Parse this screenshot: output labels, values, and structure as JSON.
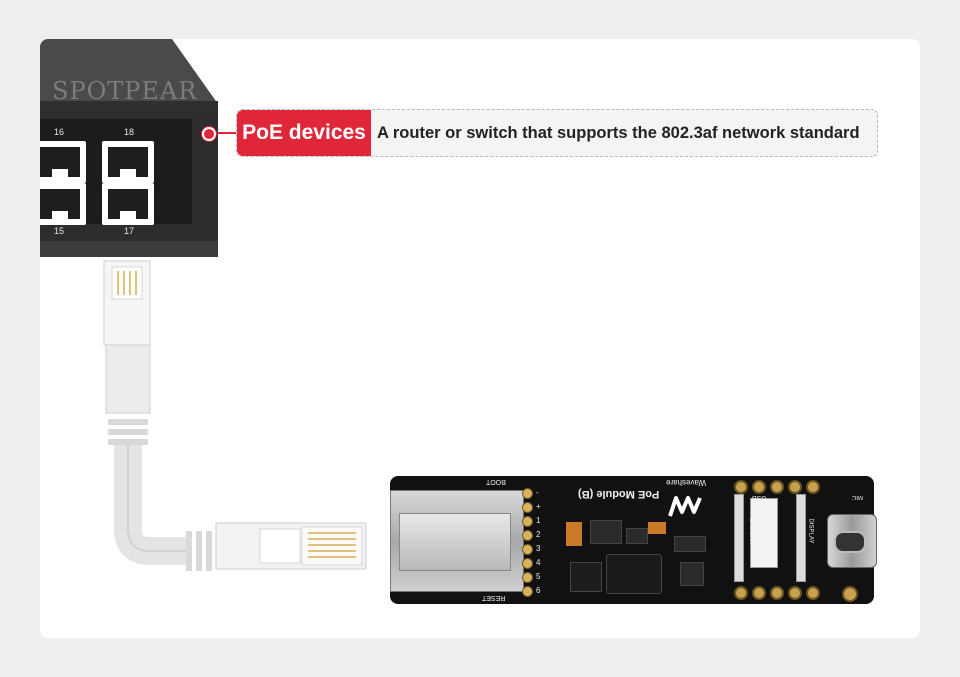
{
  "watermark": "SPOTPEAR",
  "switch": {
    "port_numbers_top": [
      "16",
      "18"
    ],
    "port_numbers_bottom": [
      "15",
      "17"
    ]
  },
  "callout": {
    "tag": "PoE devices",
    "text": "A router or switch that supports the 802.3af network standard"
  },
  "board": {
    "brand": "Waveshare",
    "title": "PoE Module (B)",
    "labels": {
      "boot": "BOOT",
      "reset": "RESET",
      "usb": "USB",
      "camera": "CAMERA",
      "display": "DISPLAY",
      "mic": "MIC"
    },
    "pins": [
      "-",
      "+",
      "1",
      "2",
      "3",
      "4",
      "5",
      "6"
    ]
  },
  "colors": {
    "accent": "#e0273a",
    "switch_body": "#2b2b2b",
    "board": "#111111",
    "cable": "#e4e4e4"
  }
}
